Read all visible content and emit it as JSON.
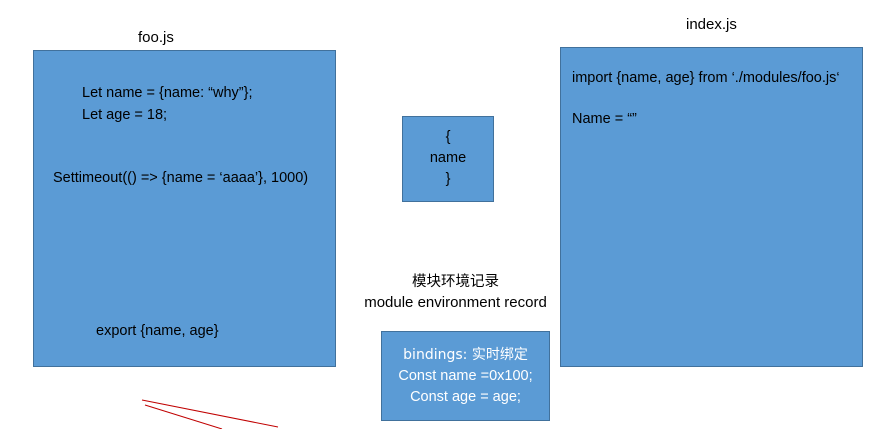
{
  "foo_box": {
    "title": "foo.js",
    "line1": "Let name = {name: “why”};",
    "line2": "Let age = 18;",
    "line3": "Settimeout(() => {name = ‘aaaa’}, 1000)",
    "line4": "export {name, age}"
  },
  "index_box": {
    "title": "index.js",
    "line1": "import {name, age} from ‘./modules/foo.js‘",
    "line2": "Name = “”"
  },
  "object_box": {
    "open": "{",
    "name": "name",
    "close": "}"
  },
  "record": {
    "title_cn": "模块环境记录",
    "title_en": "module environment record",
    "line1": "bindings: 实时绑定",
    "line2": "Const name =0x100;",
    "line3": "Const age = age;"
  },
  "colors": {
    "box_fill": "#5b9bd5",
    "box_border": "#41719c",
    "arrow": "#c00000"
  }
}
